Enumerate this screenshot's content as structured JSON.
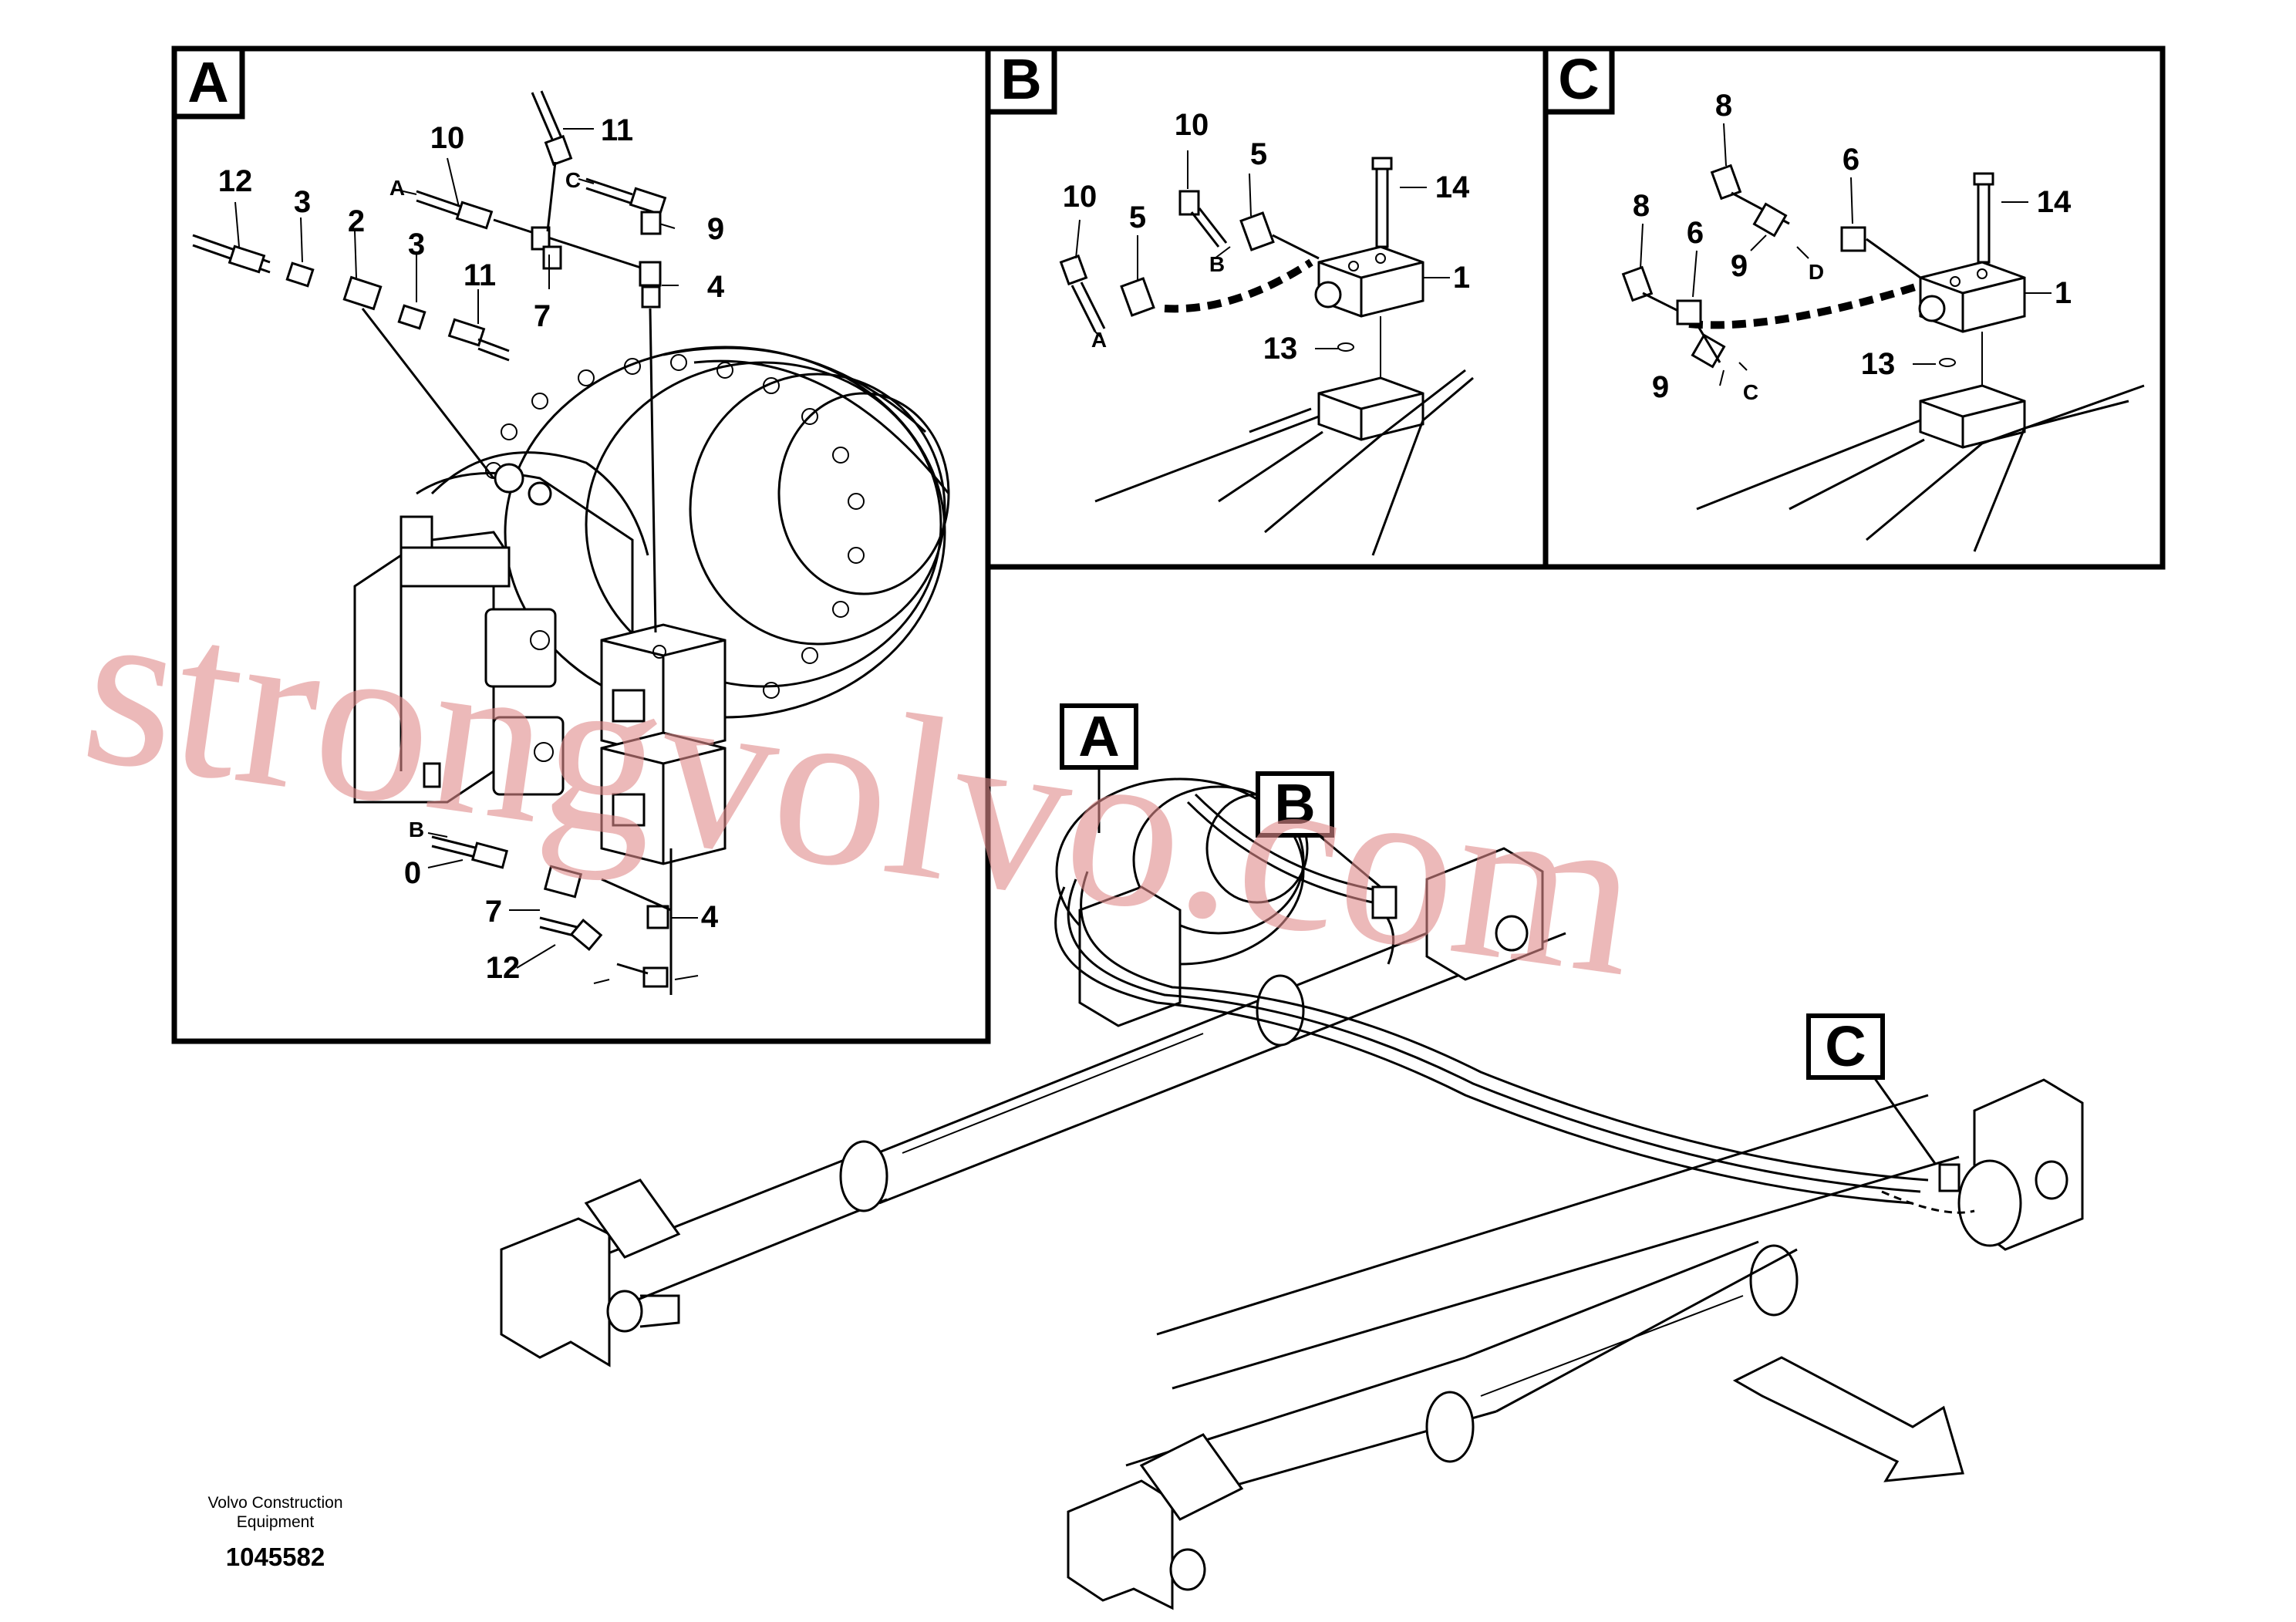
{
  "panels": {
    "a": {
      "letter": "A"
    },
    "b": {
      "letter": "B"
    },
    "c": {
      "letter": "C"
    }
  },
  "panel_a_labels": [
    "12",
    "3",
    "2",
    "3",
    "11",
    "10",
    "A",
    "11",
    "C",
    "9",
    "7",
    "4",
    "B",
    "0",
    "7",
    "12",
    "4"
  ],
  "panel_b_labels": [
    "10",
    "5",
    "10",
    "5",
    "B",
    "A",
    "14",
    "1",
    "13"
  ],
  "panel_c_labels": [
    "8",
    "6",
    "8",
    "6",
    "9",
    "D",
    "9",
    "C",
    "14",
    "1",
    "13"
  ],
  "overview_callouts": [
    "A",
    "B",
    "C"
  ],
  "footer": {
    "company_line1": "Volvo Construction",
    "company_line2": "Equipment",
    "drawing_number": "1045582"
  },
  "watermark": "strongvolvo.com"
}
